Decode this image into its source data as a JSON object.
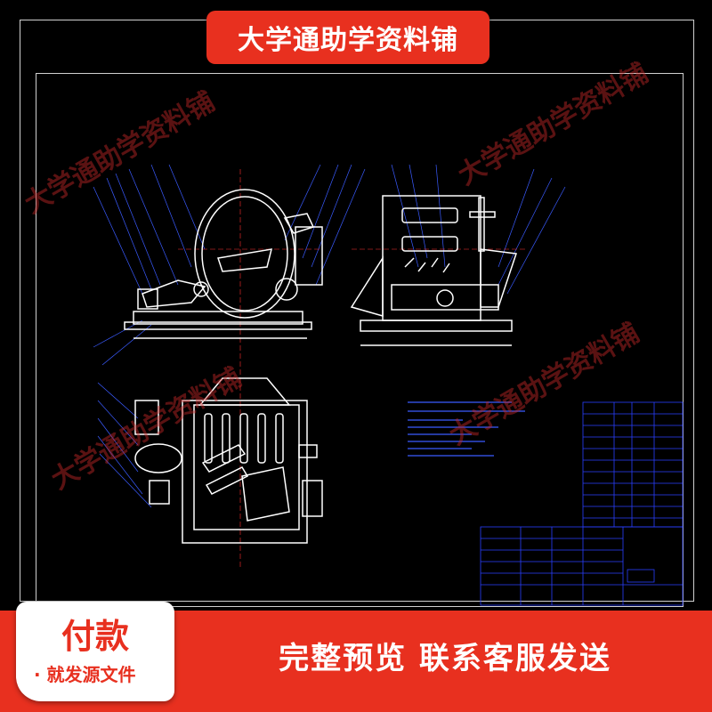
{
  "banner": {
    "title": "大学通助学资料铺"
  },
  "watermarks": [
    "大学通助学资料铺",
    "大学通助学资料铺",
    "大学通助学资料铺",
    "大学通助学资料铺"
  ],
  "payment": {
    "title": "付款",
    "subtitle": "· 就发源文件"
  },
  "footer": {
    "slogan": "完整预览  联系客服发送"
  },
  "colors": {
    "accent": "#e8301f",
    "cad_line": "#ffffff",
    "cad_leader": "#3a5bff",
    "cad_table": "#2a3fff"
  }
}
